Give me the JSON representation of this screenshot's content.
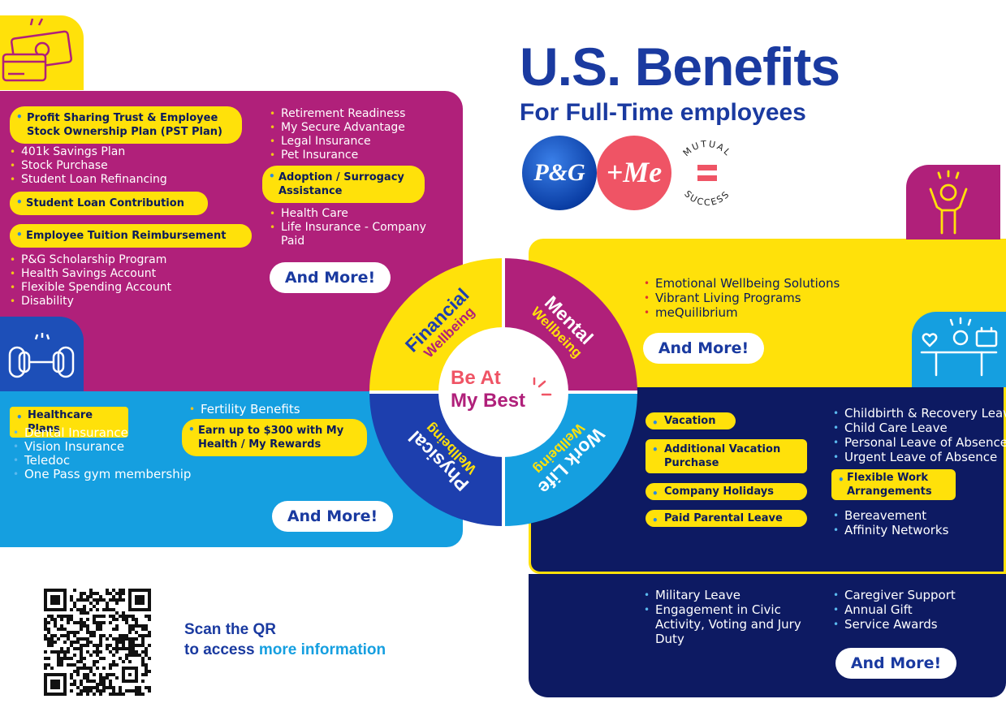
{
  "header": {
    "title": "U.S. Benefits",
    "subtitle": "For Full-Time employees",
    "logos": {
      "pg": "P&G",
      "me": "+Me",
      "mutual": "MUTUAL",
      "success": "SUCCESS"
    }
  },
  "colors": {
    "purple": "#b0207a",
    "yellow": "#ffe10a",
    "blue": "#159fe0",
    "navy": "#0d1a62",
    "title": "#1a3aa0"
  },
  "wheel": {
    "center_line1": "Be At",
    "center_line2": "My Best",
    "financial": "Financial",
    "financial_sub": "Wellbeing",
    "mental": "Mental",
    "mental_sub": "Wellbeing",
    "physical": "Physical",
    "physical_sub": "Wellbeing",
    "worklife": "Work Life",
    "worklife_sub": "Wellbeing"
  },
  "financial": {
    "pill_pst": "Profit Sharing Trust & Employee Stock Ownership Plan (PST Plan)",
    "list1": [
      "401k Savings Plan",
      "Stock Purchase",
      "Student Loan Refinancing"
    ],
    "pill_student": "Student Loan Contribution",
    "pill_tuition": "Employee Tuition Reimbursement",
    "list2": [
      "P&G Scholarship Program",
      "Health Savings Account",
      "Flexible Spending Account",
      "Disability"
    ],
    "list3": [
      "Retirement Readiness",
      "My Secure Advantage",
      "Legal Insurance",
      "Pet Insurance"
    ],
    "pill_adoption": "Adoption / Surrogacy Assistance",
    "list4": [
      "Health Care",
      "Life Insurance - Company Paid"
    ],
    "more": "And More!"
  },
  "mental": {
    "list": [
      "Emotional Wellbeing Solutions",
      "Vibrant Living Programs",
      "meQuilibrium"
    ],
    "more": "And More!"
  },
  "physical": {
    "pill_health": "Healthcare Plans",
    "list1": [
      "Dental Insurance",
      "Vision Insurance",
      "Teledoc",
      "One Pass gym membership"
    ],
    "list2": [
      "Fertility Benefits"
    ],
    "pill_rewards": "Earn up to $300 with My Health / My Rewards",
    "more": "And More!"
  },
  "worklife": {
    "pill_vacation": "Vacation",
    "pill_addvac": "Additional Vacation Purchase",
    "pill_holidays": "Company Holidays",
    "pill_parental": "Paid Parental Leave",
    "list1": [
      "Childbirth & Recovery Leave",
      "Child Care Leave",
      "Personal Leave of Absence",
      "Urgent Leave of Absence"
    ],
    "pill_flex": "Flexible Work Arrangements",
    "list2": [
      "Bereavement",
      "Affinity Networks"
    ],
    "list3": [
      "Military Leave",
      "Engagement in Civic Activity, Voting and Jury Duty"
    ],
    "list4": [
      "Caregiver Support",
      "Annual Gift",
      "Service Awards"
    ],
    "more": "And More!"
  },
  "qr": {
    "line1": "Scan the QR",
    "line2a": "to access ",
    "line2b": "more information"
  }
}
